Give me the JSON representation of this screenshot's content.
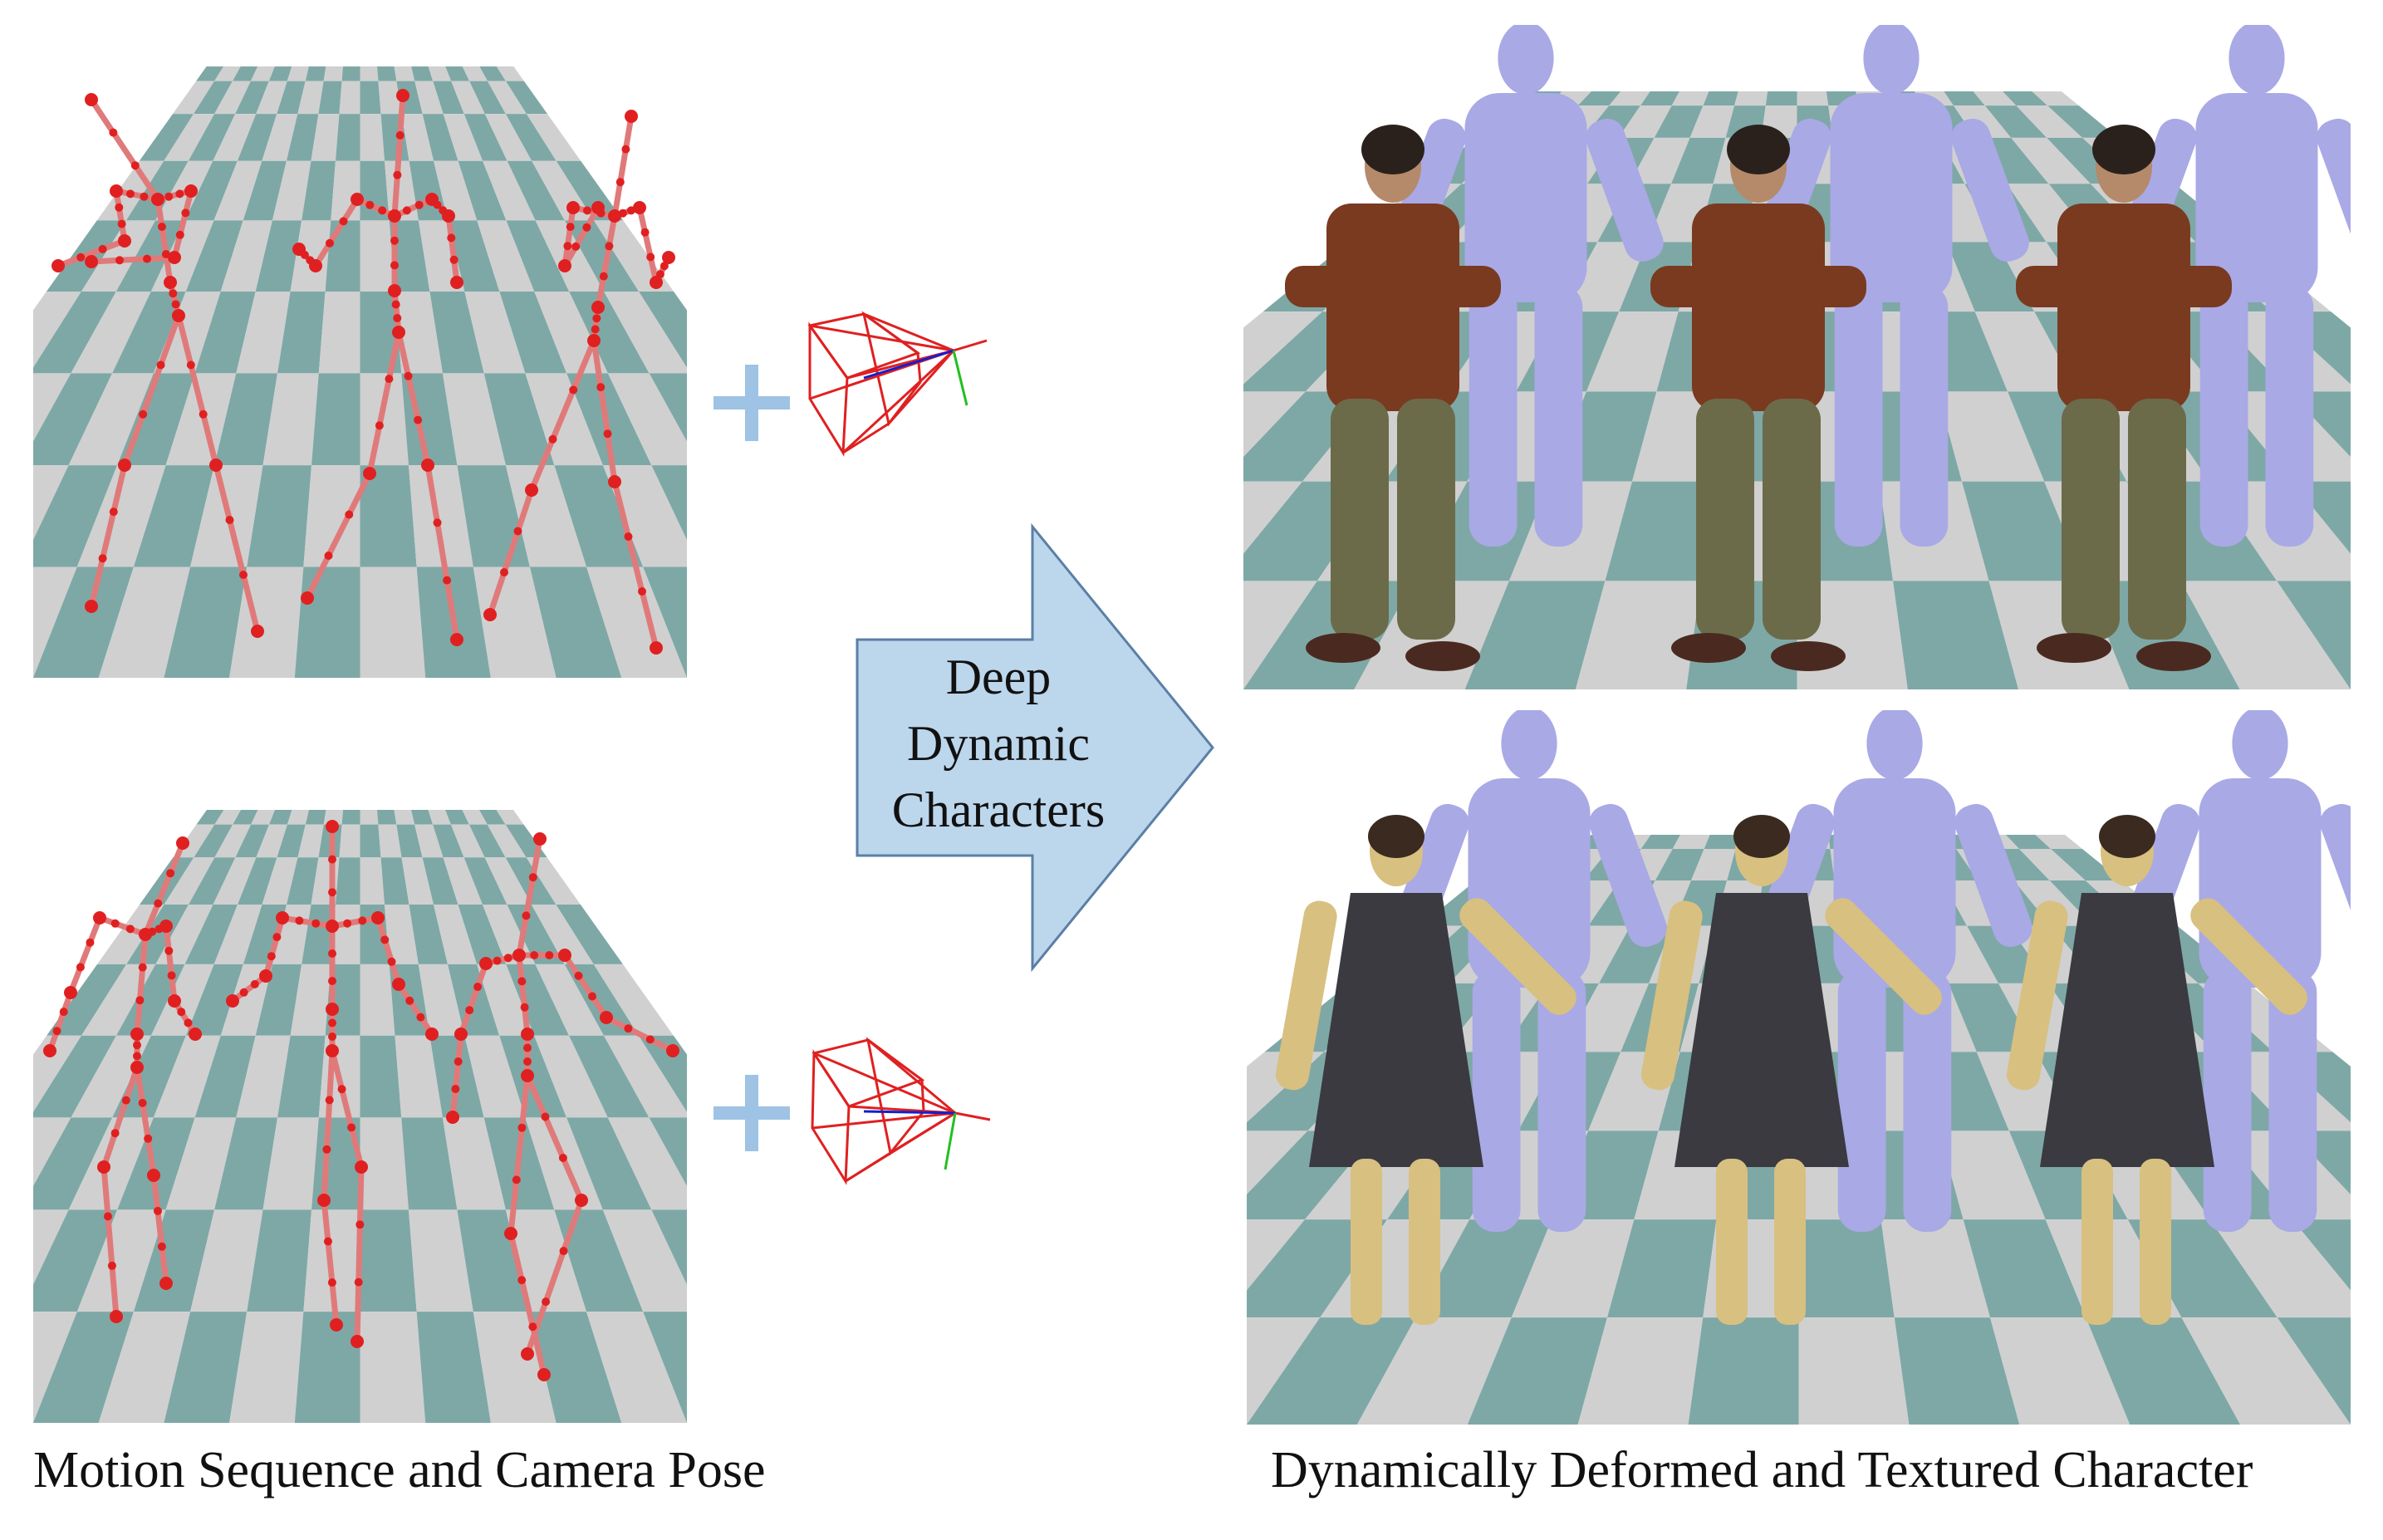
{
  "arrow": {
    "label_lines": [
      "Deep",
      "Dynamic",
      "Characters"
    ],
    "fill": "#bcd6ec",
    "stroke": "#5b7fa6"
  },
  "captions": {
    "left": "Motion Sequence and Camera Pose",
    "right": "Dynamically Deformed and Textured Character"
  },
  "colors": {
    "checker_teal": "#7ea8a6",
    "checker_gray": "#d0d0d0",
    "skeleton_bone": "#e07a7a",
    "skeleton_joint": "#e02020",
    "plus": "#9ec3e4",
    "camera_frame": "#e02020",
    "camera_axis_blue": "#1020d0",
    "camera_axis_green": "#20c020",
    "mesh": "#a9a9e6",
    "shirt": "#7a3a20",
    "pants": "#6b6b4a",
    "dress": "#3a3a40",
    "skin": "#d8c080"
  },
  "icons": [
    "plus-icon",
    "camera-frustum-icon",
    "arrow-shape"
  ]
}
